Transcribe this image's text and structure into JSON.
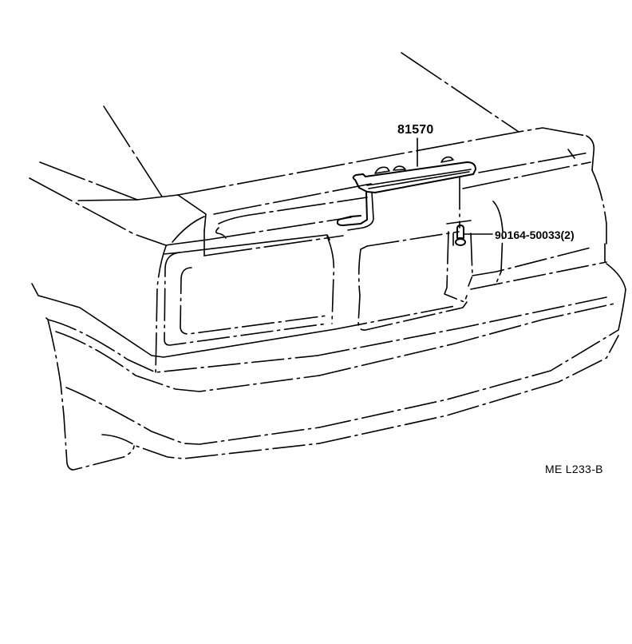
{
  "diagram": {
    "subject": "Rear of vehicle with high-mount stop lamp, trunk spoiler, tail lamps, license plate recess and rear bumper",
    "callouts": [
      {
        "part_number": "81570",
        "target": "high-mount stop lamp assembly"
      },
      {
        "part_number": "90164-50033(2)",
        "target": "screw / fastener"
      }
    ],
    "figure_code": "ME L233-B",
    "colors": {
      "line": "#000000",
      "background": "#ffffff"
    }
  }
}
